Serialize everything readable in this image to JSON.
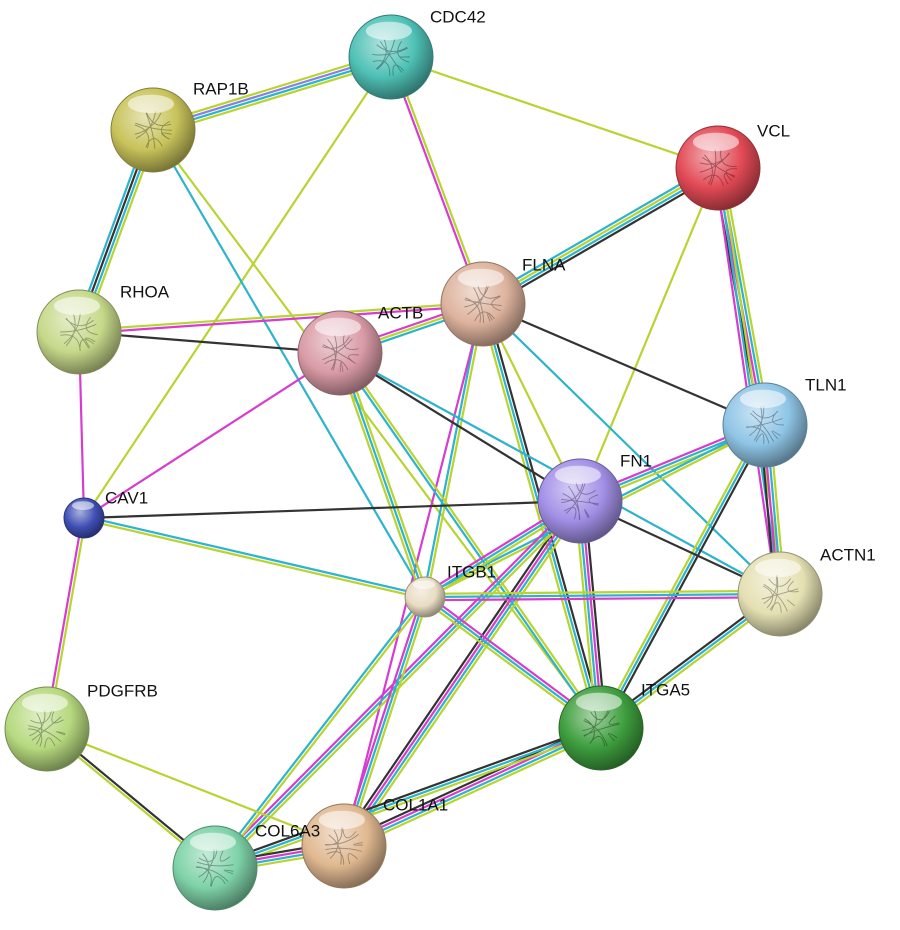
{
  "edge_colors": {
    "y": "#b8d432",
    "c": "#2eb3cc",
    "m": "#d63dcf",
    "k": "#333333",
    "p": "#8a7fe0"
  },
  "nodes": [
    {
      "id": "CDC42",
      "label": "CDC42",
      "color": "#4fc1b6"
    },
    {
      "id": "RAP1B",
      "label": "RAP1B",
      "color": "#c8c35a"
    },
    {
      "id": "VCL",
      "label": "VCL",
      "color": "#e24a56"
    },
    {
      "id": "RHOA",
      "label": "RHOA",
      "color": "#c6d98a"
    },
    {
      "id": "FLNA",
      "label": "FLNA",
      "color": "#ddb39d"
    },
    {
      "id": "ACTB",
      "label": "ACTB",
      "color": "#d99aa6"
    },
    {
      "id": "TLN1",
      "label": "TLN1",
      "color": "#8fc5e6"
    },
    {
      "id": "FN1",
      "label": "FN1",
      "color": "#a28fe6"
    },
    {
      "id": "CAV1",
      "label": "CAV1",
      "color": "#3f4fb4"
    },
    {
      "id": "ACTN1",
      "label": "ACTN1",
      "color": "#e4e0b2"
    },
    {
      "id": "ITGB1",
      "label": "ITGB1",
      "color": "#e8dcc2"
    },
    {
      "id": "PDGFRB",
      "label": "PDGFRB",
      "color": "#b6d97e"
    },
    {
      "id": "ITGA5",
      "label": "ITGA5",
      "color": "#3e9e3e"
    },
    {
      "id": "COL1A1",
      "label": "COL1A1",
      "color": "#e0b890"
    },
    {
      "id": "COL6A3",
      "label": "COL6A3",
      "color": "#7ed2a8"
    }
  ],
  "edges": [
    {
      "a": "CDC42",
      "b": "RAP1B",
      "colors": "ycpy"
    },
    {
      "a": "CDC42",
      "b": "VCL",
      "colors": "y"
    },
    {
      "a": "CDC42",
      "b": "FLNA",
      "colors": "ym"
    },
    {
      "a": "CDC42",
      "b": "CAV1",
      "colors": "y"
    },
    {
      "a": "RAP1B",
      "b": "RHOA",
      "colors": "yckc"
    },
    {
      "a": "RAP1B",
      "b": "ITGB1",
      "colors": "c"
    },
    {
      "a": "RAP1B",
      "b": "ITGA5",
      "colors": "y"
    },
    {
      "a": "RHOA",
      "b": "ACTB",
      "colors": "k"
    },
    {
      "a": "RHOA",
      "b": "FLNA",
      "colors": "ym"
    },
    {
      "a": "RHOA",
      "b": "CAV1",
      "colors": "m"
    },
    {
      "a": "VCL",
      "b": "FLNA",
      "colors": "kcyc"
    },
    {
      "a": "VCL",
      "b": "TLN1",
      "colors": "ycmk"
    },
    {
      "a": "VCL",
      "b": "ACTN1",
      "colors": "ycm"
    },
    {
      "a": "VCL",
      "b": "FN1",
      "colors": "y"
    },
    {
      "a": "FLNA",
      "b": "ACTB",
      "colors": "cym"
    },
    {
      "a": "FLNA",
      "b": "TLN1",
      "colors": "k"
    },
    {
      "a": "FLNA",
      "b": "ITGB1",
      "colors": "yc"
    },
    {
      "a": "FLNA",
      "b": "ITGA5",
      "colors": "kcy"
    },
    {
      "a": "FLNA",
      "b": "ACTN1",
      "colors": "c"
    },
    {
      "a": "FLNA",
      "b": "FN1",
      "colors": "y"
    },
    {
      "a": "FLNA",
      "b": "COL1A1",
      "colors": "m"
    },
    {
      "a": "ACTB",
      "b": "FN1",
      "colors": "k"
    },
    {
      "a": "ACTB",
      "b": "CAV1",
      "colors": "m"
    },
    {
      "a": "ACTB",
      "b": "ITGB1",
      "colors": "ycy"
    },
    {
      "a": "ACTB",
      "b": "ITGA5",
      "colors": "yc"
    },
    {
      "a": "ACTB",
      "b": "ACTN1",
      "colors": "c"
    },
    {
      "a": "TLN1",
      "b": "FN1",
      "colors": "ycm"
    },
    {
      "a": "TLN1",
      "b": "ITGB1",
      "colors": "yc"
    },
    {
      "a": "TLN1",
      "b": "ITGA5",
      "colors": "kcy"
    },
    {
      "a": "TLN1",
      "b": "ACTN1",
      "colors": "ycmk"
    },
    {
      "a": "FN1",
      "b": "CAV1",
      "colors": "k"
    },
    {
      "a": "FN1",
      "b": "ITGB1",
      "colors": "ycm"
    },
    {
      "a": "FN1",
      "b": "ITGA5",
      "colors": "kmcy"
    },
    {
      "a": "FN1",
      "b": "ACTN1",
      "colors": "k"
    },
    {
      "a": "FN1",
      "b": "COL1A1",
      "colors": "ycmk"
    },
    {
      "a": "FN1",
      "b": "COL6A3",
      "colors": "ycm"
    },
    {
      "a": "CAV1",
      "b": "ITGB1",
      "colors": "cy"
    },
    {
      "a": "CAV1",
      "b": "PDGFRB",
      "colors": "ym"
    },
    {
      "a": "ITGB1",
      "b": "ACTN1",
      "colors": "ycm"
    },
    {
      "a": "ITGB1",
      "b": "ITGA5",
      "colors": "mcy"
    },
    {
      "a": "ITGB1",
      "b": "COL1A1",
      "colors": "ycm"
    },
    {
      "a": "ITGB1",
      "b": "COL6A3",
      "colors": "yc"
    },
    {
      "a": "ITGA5",
      "b": "ACTN1",
      "colors": "kcy"
    },
    {
      "a": "ITGA5",
      "b": "COL1A1",
      "colors": "ycmk"
    },
    {
      "a": "ITGA5",
      "b": "COL6A3",
      "colors": "yck"
    },
    {
      "a": "PDGFRB",
      "b": "COL6A3",
      "colors": "ky"
    },
    {
      "a": "PDGFRB",
      "b": "COL1A1",
      "colors": "y"
    },
    {
      "a": "COL1A1",
      "b": "COL6A3",
      "colors": "ycmk"
    }
  ]
}
